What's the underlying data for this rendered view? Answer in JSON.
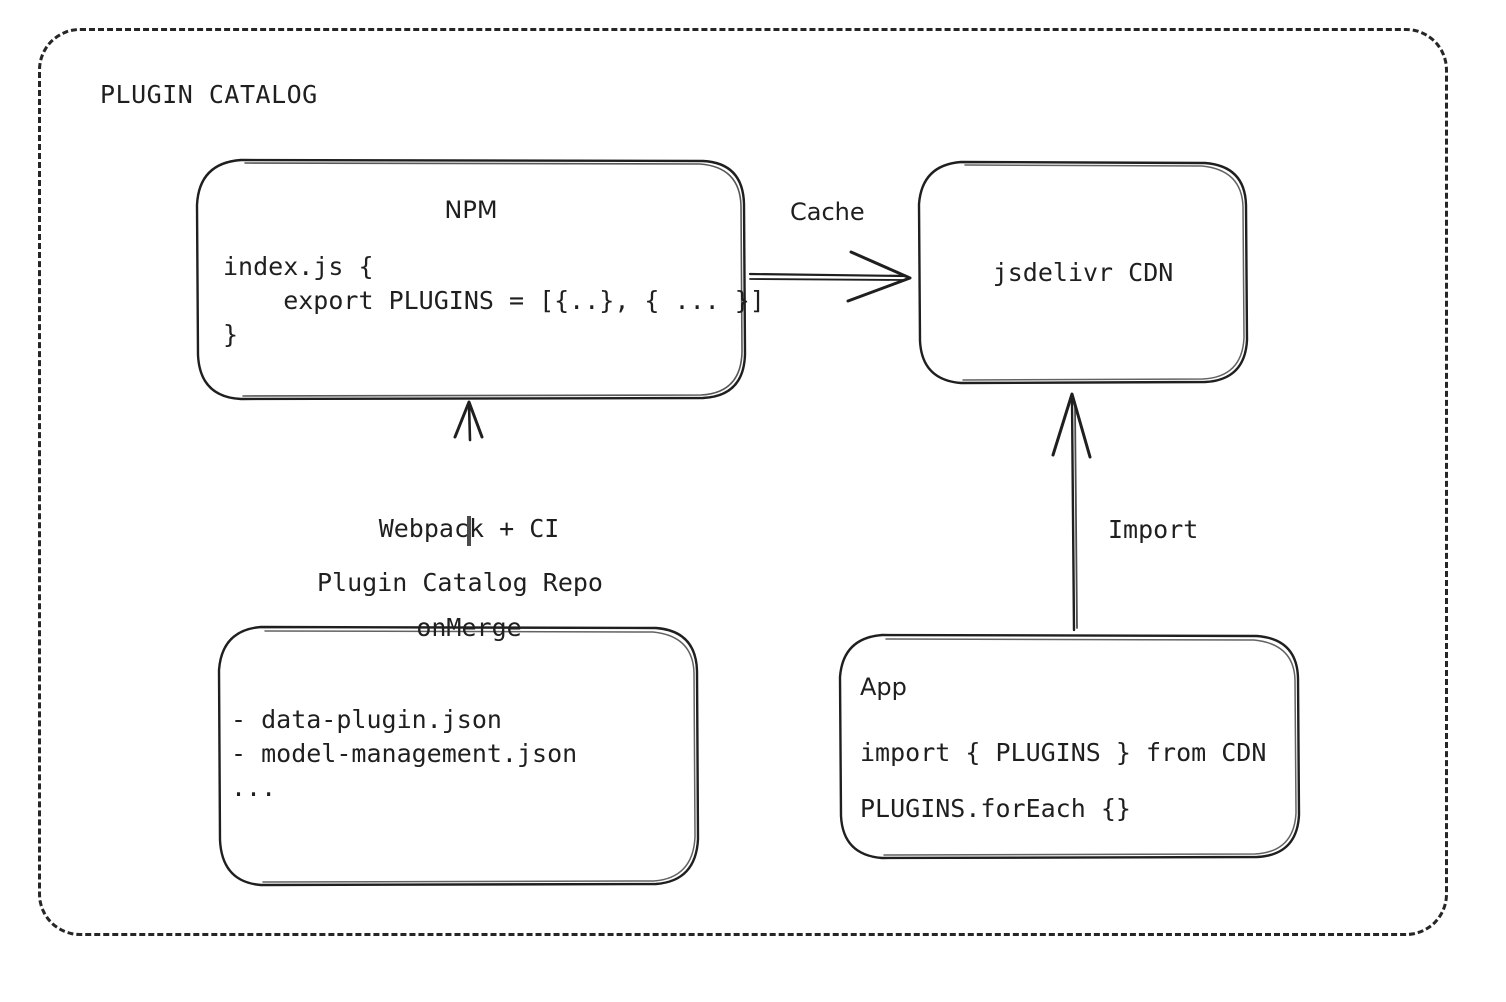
{
  "diagram": {
    "title": "PLUGIN CATALOG",
    "colors": {
      "stroke": "#262626",
      "text": "#1f1f1f",
      "background": "#ffffff"
    }
  },
  "nodes": {
    "npm": {
      "title": "NPM",
      "code": [
        "index.js {",
        "    export PLUGINS = [{..}, { ... }]",
        "}"
      ]
    },
    "cdn": {
      "label": "jsdelivr CDN"
    },
    "repo": {
      "caption": "Plugin Catalog Repo",
      "files": [
        "- data-plugin.json",
        "- model-management.json",
        "..."
      ]
    },
    "app": {
      "title": "App",
      "code": [
        "import { PLUGINS } from CDN",
        "PLUGINS.forEach {}"
      ]
    }
  },
  "edges": {
    "cache": {
      "label": "Cache",
      "from": "npm",
      "to": "cdn"
    },
    "build": {
      "label_line1": "Webpack + CI",
      "label_line2": "onMerge",
      "from": "repo",
      "to": "npm"
    },
    "import": {
      "label": "Import",
      "from": "app",
      "to": "cdn"
    }
  }
}
